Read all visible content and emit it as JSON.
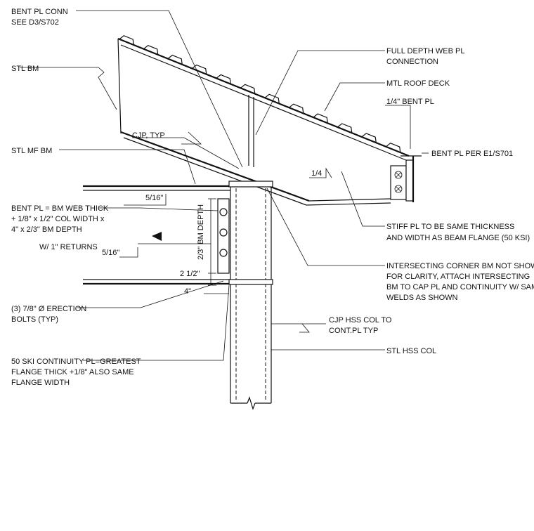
{
  "labels": {
    "bent_pl_conn": [
      "BENT PL CONN",
      "SEE D3/S702"
    ],
    "stl_bm": "STL BM",
    "cjp_typ": "CJP, TYP",
    "stl_mf_bm": "STL MF BM",
    "bent_pl_thick": [
      "BENT PL = BM WEB THICK",
      "+ 1/8\" x 1/2\" COL WIDTH x",
      "4\" x 2/3\" BM DEPTH"
    ],
    "w1_returns": "W/ 1\" RETURNS",
    "erection_bolts": [
      "(3) 7/8\" Ø ERECTION",
      "BOLTS (TYP)"
    ],
    "continuity_pl": [
      "50 SKI CONTINUITY PL=GREATEST",
      "FLANGE THICK +1/8\" ALSO SAME",
      "FLANGE WIDTH"
    ],
    "full_depth_web": [
      "FULL DEPTH WEB PL",
      "CONNECTION"
    ],
    "mtl_roof_deck": "MTL ROOF DECK",
    "quarter_bent_pl": "1/4\" BENT PL",
    "bent_pl_per": "BENT PL PER E1/S701",
    "stiff_pl": [
      "STIFF PL TO BE SAME THICKNESS",
      "AND WIDTH AS BEAM FLANGE (50 KSI)"
    ],
    "intersecting": [
      "INTERSECTING CORNER BM NOT SHOWN",
      "FOR CLARITY, ATTACH INTERSECTING",
      "BM TO CAP PL AND CONTINUITY W/ SAME",
      "WELDS AS SHOWN"
    ],
    "cjp_hss": [
      "CJP HSS COL TO",
      "CONT.PL TYP"
    ],
    "stl_hss_col": "STL HSS COL"
  },
  "dimensions": {
    "weld_5_16_top": "5/16\"",
    "weld_5_16_bot": "5/16\"",
    "weld_1_4": "1/4",
    "bm_depth": "2/3\" BM DEPTH",
    "dim_2_half": "2 1/2\"",
    "dim_4": "4\""
  }
}
